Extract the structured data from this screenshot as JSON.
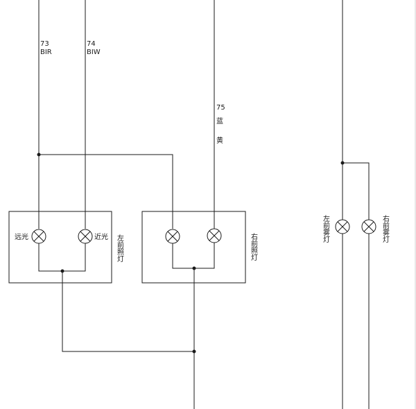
{
  "wires": {
    "w73": {
      "number": "73",
      "color": "BIR"
    },
    "w74": {
      "number": "74",
      "color": "BIW"
    },
    "w75": {
      "number": "75",
      "color_line1": "蓝",
      "color_line2": "黄"
    }
  },
  "left_headlamp": {
    "label": "左前照灯",
    "bulb_left_label": "远光",
    "bulb_right_label": "近光"
  },
  "right_headlamp": {
    "label": "右前照灯"
  },
  "left_fog_lamp": {
    "label": "左前雾灯"
  },
  "right_fog_lamp": {
    "label": "右前雾灯"
  }
}
